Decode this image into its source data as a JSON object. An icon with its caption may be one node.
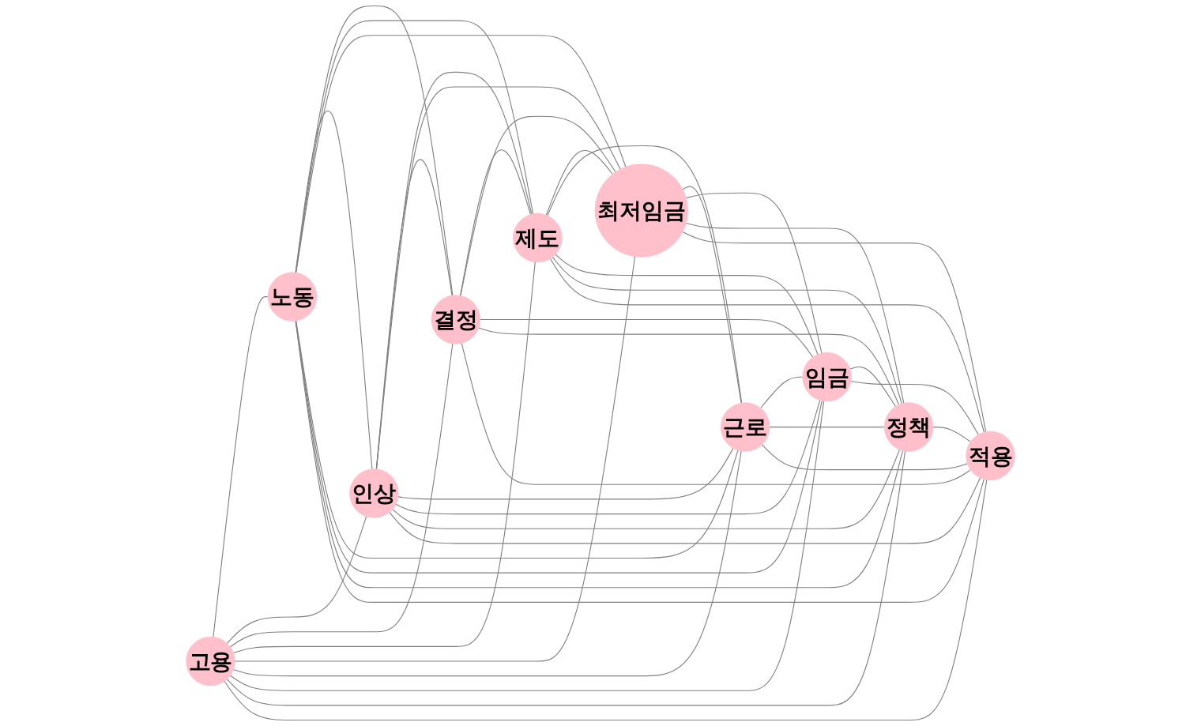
{
  "diagram": {
    "nodes": [
      {
        "text": [
          "고용"
        ]
      },
      {
        "text": [
          "노동"
        ]
      },
      {
        "text": [
          "인상"
        ]
      },
      {
        "text": [
          "결정"
        ]
      },
      {
        "text": [
          "제도"
        ]
      },
      {
        "text": [
          "최저임금"
        ]
      },
      {
        "text": [
          "근로"
        ]
      },
      {
        "text": [
          "임금"
        ]
      },
      {
        "text": [
          "정책"
        ]
      },
      {
        "text": [
          "적용"
        ]
      }
    ],
    "edges": [
      {
        "from": 0,
        "to": 1,
        "arrow": "none"
      },
      {
        "from": 0,
        "to": 2,
        "arrow": "none"
      },
      {
        "from": 0,
        "to": 3,
        "arrow": "none"
      },
      {
        "from": 0,
        "to": 4,
        "arrow": "none"
      },
      {
        "from": 0,
        "to": 5,
        "arrow": "none"
      },
      {
        "from": 0,
        "to": 6,
        "arrow": "none"
      },
      {
        "from": 0,
        "to": 7,
        "arrow": "none"
      },
      {
        "from": 0,
        "to": 8,
        "arrow": "none"
      },
      {
        "from": 0,
        "to": 9,
        "arrow": "none"
      },
      {
        "from": 1,
        "to": 2,
        "arrow": "none"
      },
      {
        "from": 1,
        "to": 3,
        "arrow": "none"
      },
      {
        "from": 1,
        "to": 4,
        "arrow": "none"
      },
      {
        "from": 1,
        "to": 5,
        "arrow": "none"
      },
      {
        "from": 1,
        "to": 6,
        "arrow": "none"
      },
      {
        "from": 1,
        "to": 7,
        "arrow": "none"
      },
      {
        "from": 1,
        "to": 8,
        "arrow": "none"
      },
      {
        "from": 1,
        "to": 9,
        "arrow": "none"
      },
      {
        "from": 2,
        "to": 3,
        "arrow": "none"
      },
      {
        "from": 2,
        "to": 4,
        "arrow": "none"
      },
      {
        "from": 2,
        "to": 5,
        "arrow": "none"
      },
      {
        "from": 2,
        "to": 6,
        "arrow": "none"
      },
      {
        "from": 2,
        "to": 7,
        "arrow": "none"
      },
      {
        "from": 2,
        "to": 8,
        "arrow": "none"
      },
      {
        "from": 2,
        "to": 9,
        "arrow": "none"
      },
      {
        "from": 3,
        "to": 4,
        "arrow": "none"
      },
      {
        "from": 3,
        "to": 5,
        "arrow": "none"
      },
      {
        "from": 3,
        "to": 7,
        "arrow": "none"
      },
      {
        "from": 3,
        "to": 8,
        "arrow": "none"
      },
      {
        "from": 3,
        "to": 9,
        "arrow": "none"
      },
      {
        "from": 4,
        "to": 5,
        "arrow": "none"
      },
      {
        "from": 4,
        "to": 6,
        "arrow": "none"
      },
      {
        "from": 4,
        "to": 7,
        "arrow": "none"
      },
      {
        "from": 4,
        "to": 8,
        "arrow": "none"
      },
      {
        "from": 4,
        "to": 9,
        "arrow": "none"
      },
      {
        "from": 5,
        "to": 6,
        "arrow": "none"
      },
      {
        "from": 5,
        "to": 7,
        "arrow": "none"
      },
      {
        "from": 5,
        "to": 8,
        "arrow": "none"
      },
      {
        "from": 5,
        "to": 9,
        "arrow": "none"
      },
      {
        "from": 6,
        "to": 7,
        "arrow": "none"
      },
      {
        "from": 6,
        "to": 8,
        "arrow": "none"
      },
      {
        "from": 6,
        "to": 9,
        "arrow": "none"
      },
      {
        "from": 7,
        "to": 8,
        "arrow": "none"
      },
      {
        "from": 7,
        "to": 9,
        "arrow": "none"
      },
      {
        "from": 8,
        "to": 9,
        "arrow": "none"
      }
    ]
  }
}
